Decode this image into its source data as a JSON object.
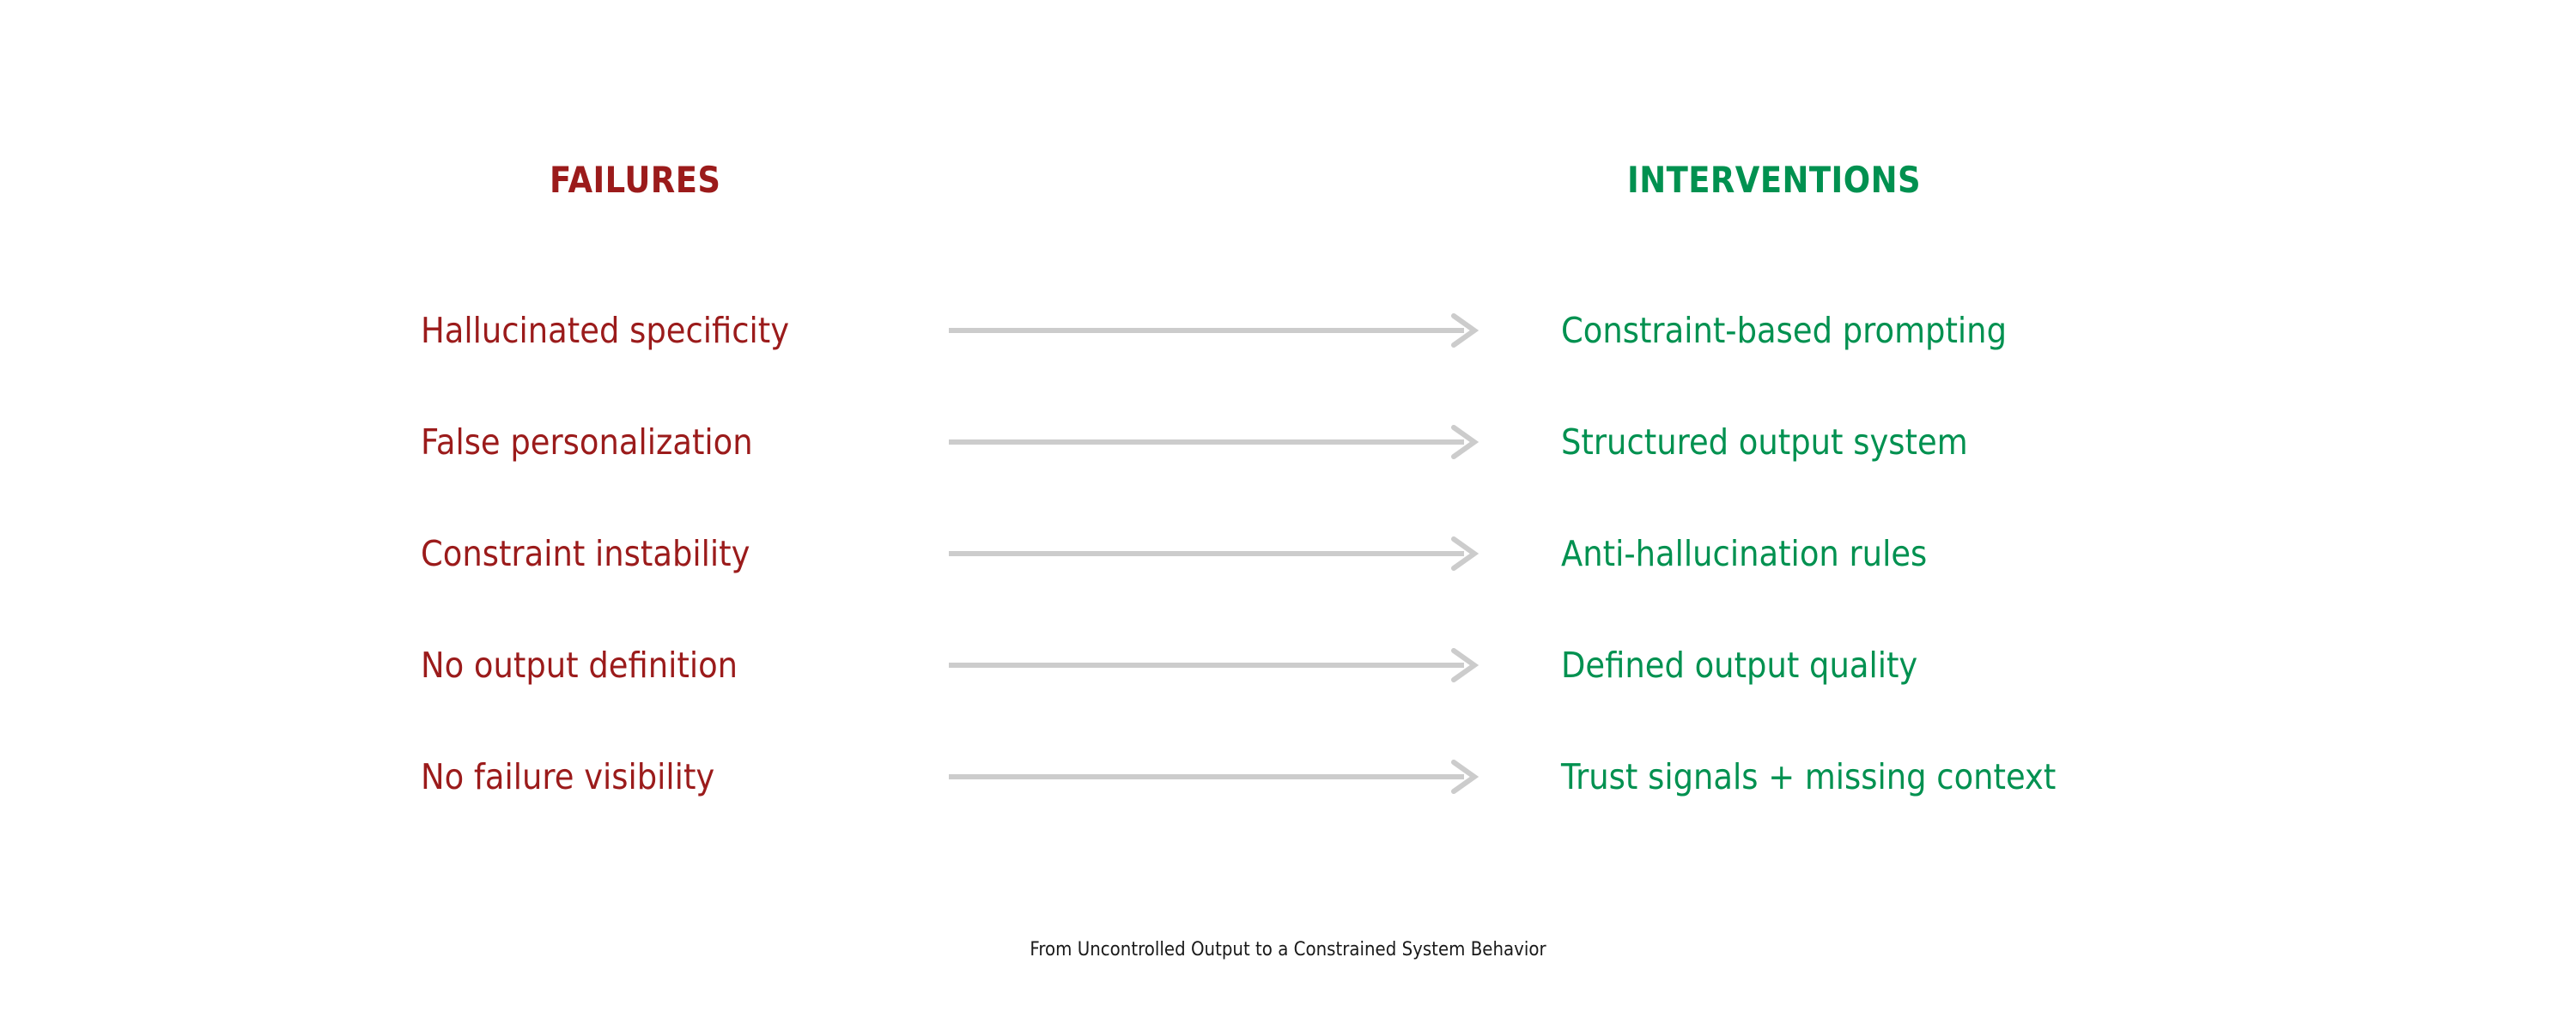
{
  "page": {
    "background_color": "#ffffff",
    "caption": "From Uncontrolled Output to a Constrained System Behavior"
  },
  "columns": {
    "left": {
      "header": "FAILURES",
      "color": "#9B1B1B"
    },
    "right": {
      "header": "INTERVENTIONS",
      "color": "#009150"
    }
  },
  "arrow": {
    "color": "#CCCCCC",
    "icon": "arrow-right-icon"
  },
  "rows": [
    {
      "failure": "Hallucinated specificity",
      "intervention": "Constraint-based prompting"
    },
    {
      "failure": "False personalization",
      "intervention": "Structured output system"
    },
    {
      "failure": "Constraint instability",
      "intervention": "Anti-hallucination rules"
    },
    {
      "failure": "No output definition",
      "intervention": "Defined output quality"
    },
    {
      "failure": "No failure visibility",
      "intervention": "Trust signals + missing context"
    }
  ]
}
